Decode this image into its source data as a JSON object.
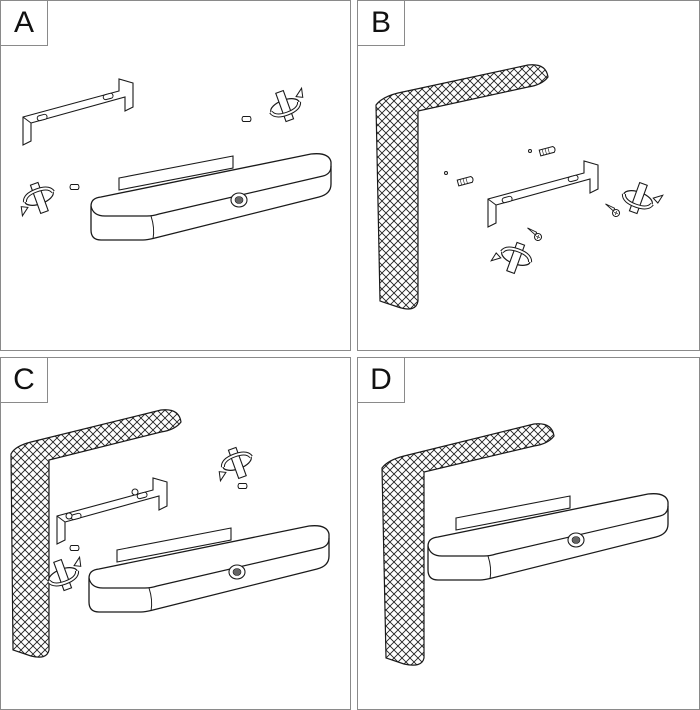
{
  "panels": [
    {
      "label": "A"
    },
    {
      "label": "B"
    },
    {
      "label": "C"
    },
    {
      "label": "D"
    }
  ],
  "colors": {
    "line": "#1a1a1a",
    "border": "#8a8a8a",
    "wall_fill": "#ffffff"
  },
  "icons": [
    "wall-section-icon",
    "mounting-bracket-icon",
    "wall-lamp-icon",
    "screw-icon",
    "wall-plug-icon",
    "rotate-arrow-icon"
  ]
}
